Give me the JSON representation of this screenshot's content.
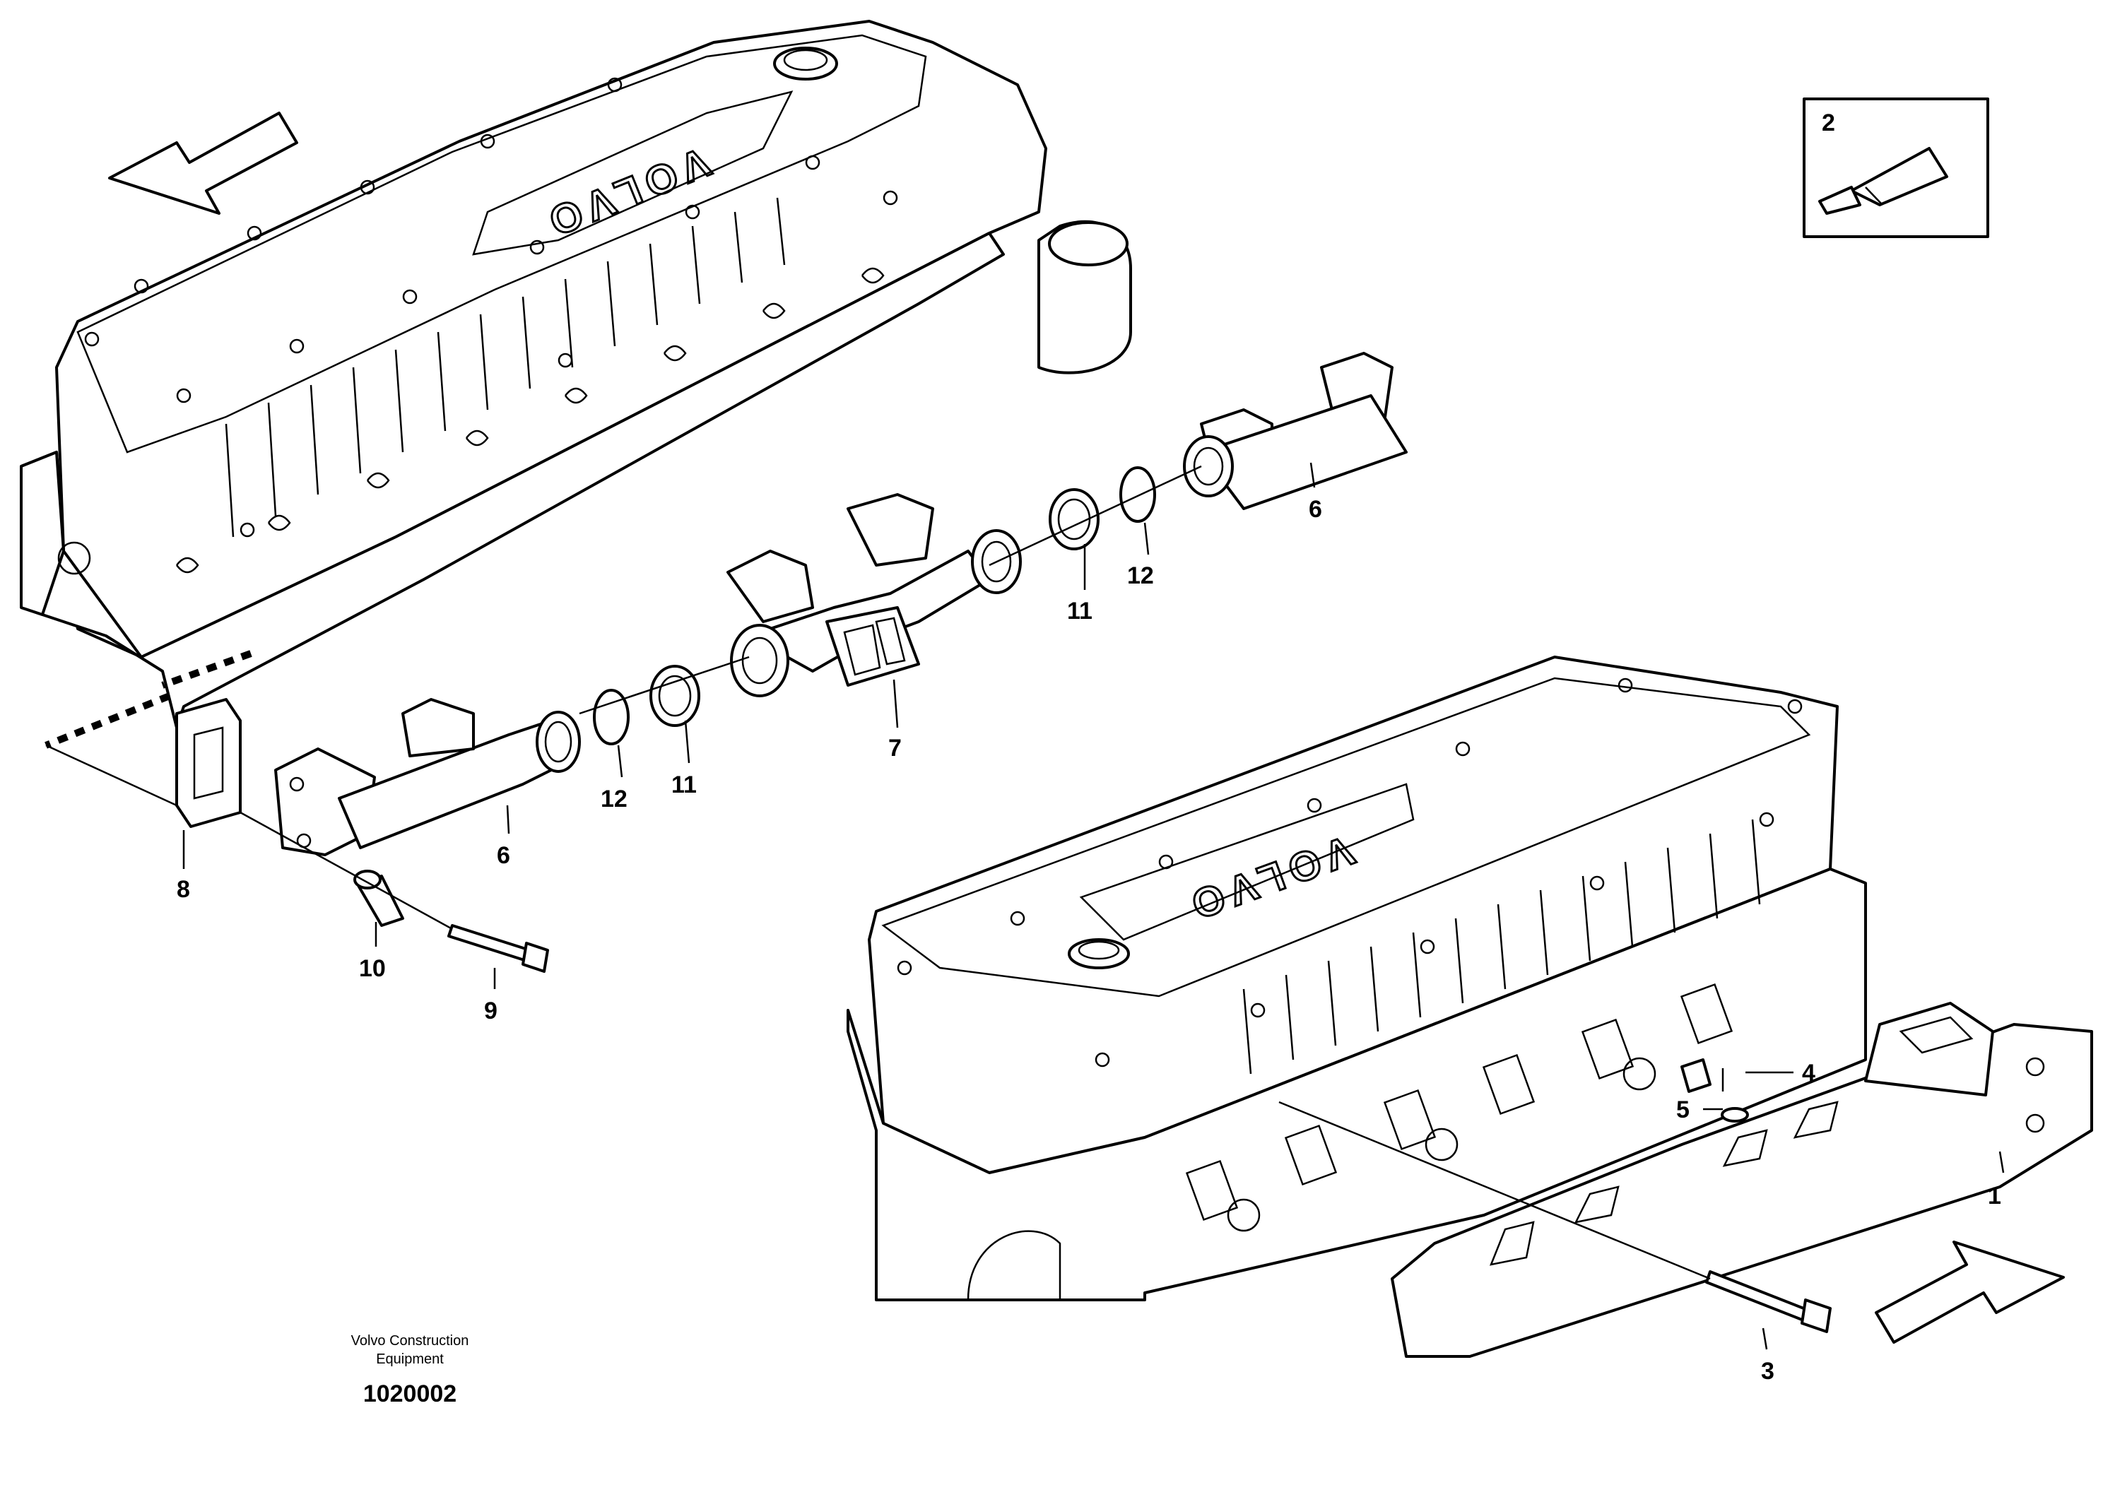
{
  "diagram": {
    "brand_text": "VOLVO",
    "callouts": {
      "c1": "1",
      "c2": "2",
      "c3": "3",
      "c4": "4",
      "c5": "5",
      "c6a": "6",
      "c6b": "6",
      "c7": "7",
      "c8": "8",
      "c9": "9",
      "c10": "10",
      "c11a": "11",
      "c11b": "11",
      "c12a": "12",
      "c12b": "12"
    },
    "footer": {
      "line1": "Volvo Construction",
      "line2": "Equipment",
      "code": "1020002"
    },
    "icons": [
      "direction-arrow-icon",
      "sealant-tube-icon"
    ],
    "colors": {
      "line": "#000000",
      "background": "#ffffff"
    }
  }
}
